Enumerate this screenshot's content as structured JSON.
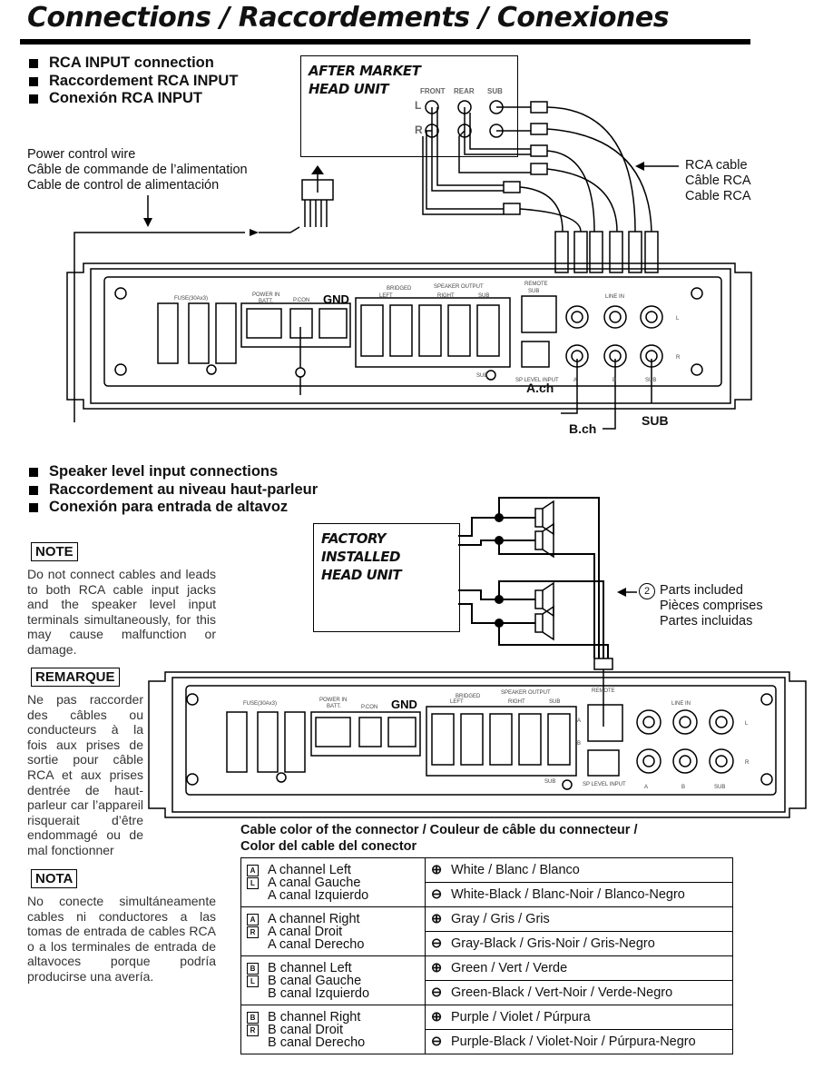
{
  "page_title": "Connections / Raccordements / Conexiones",
  "section1": {
    "bullets": [
      "RCA INPUT connection",
      "Raccordement RCA INPUT",
      "Conexión RCA INPUT"
    ],
    "head_unit_label": [
      "AFTER MARKET",
      "HEAD UNIT"
    ],
    "hu_ports": {
      "front": "FRONT",
      "rear": "REAR",
      "sub": "SUB",
      "l": "L",
      "r": "R"
    },
    "power_wire": [
      "Power control wire",
      "Câble de commande de l’alimentation",
      "Cable de control de alimentación"
    ],
    "rca_cable": [
      "RCA cable",
      "Câble RCA",
      "Cable RCA"
    ],
    "channels": {
      "a": "A.ch",
      "b": "B.ch",
      "sub": "SUB"
    }
  },
  "amp_labels": {
    "fuse": "FUSE(30Ax3)",
    "power_in": "POWER IN",
    "batt": "BATT.",
    "pcon": "P.CON",
    "gnd": "GND",
    "bridged": "BRIDGED",
    "speaker_output": "SPEAKER OUTPUT",
    "left": "LEFT",
    "right": "RIGHT",
    "sub": "SUB",
    "remote": "REMOTE",
    "remote_sub": "SUB",
    "line_in": "LINE IN",
    "sp_level_input": "SP LEVEL INPUT",
    "sub_minus": "SUB",
    "tag_a": "A",
    "tag_b": "B",
    "tag_l": "L",
    "tag_r": "R",
    "tag_sub": "SUB"
  },
  "section2": {
    "bullets": [
      "Speaker level input connections",
      "Raccordement au niveau haut-parleur",
      "Conexión para entrada de altavoz"
    ],
    "head_unit_label": [
      "FACTORY INSTALLED",
      "HEAD UNIT"
    ],
    "parts_number": "2",
    "parts": [
      "Parts included",
      "Pièces comprises",
      "Partes incluidas"
    ]
  },
  "notes": [
    {
      "head": "NOTE",
      "text": "Do not connect cables and leads to both RCA cable input jacks and the speaker level input terminals simultaneously, for this may cause malfunction or damage."
    },
    {
      "head": "REMARQUE",
      "text": "Ne pas raccorder des câbles ou conducteurs à la fois aux prises de sortie pour câble RCA et aux prises dentrée de haut-parleur car l’appareil risquerait d’être endommagé ou de mal fonctionner"
    },
    {
      "head": "NOTA",
      "text": "No conecte simultáneamente cables ni conductores a las tomas de entrada de cables RCA o a los terminales de entrada de altavoces porque podría producirse una avería."
    }
  ],
  "color_table": {
    "title": [
      "Cable color of the connector / Couleur de câble du connecteur /",
      "Color del cable del conector"
    ],
    "rows": [
      {
        "tag1": "A",
        "tag2": "L",
        "names": [
          "A channel Left",
          "A canal Gauche",
          "A canal Izquierdo"
        ],
        "plus_sym": "⊕",
        "plus": "White / Blanc / Blanco",
        "minus_sym": "⊖",
        "minus": "White-Black / Blanc-Noir / Blanco-Negro"
      },
      {
        "tag1": "A",
        "tag2": "R",
        "names": [
          "A channel Right",
          "A canal Droit",
          "A canal Derecho"
        ],
        "plus_sym": "⊕",
        "plus": "Gray / Gris / Gris",
        "minus_sym": "⊖",
        "minus": "Gray-Black / Gris-Noir / Gris-Negro"
      },
      {
        "tag1": "B",
        "tag2": "L",
        "names": [
          "B channel Left",
          "B canal Gauche",
          "B canal Izquierdo"
        ],
        "plus_sym": "⊕",
        "plus": "Green / Vert / Verde",
        "minus_sym": "⊖",
        "minus": "Green-Black / Vert-Noir / Verde-Negro"
      },
      {
        "tag1": "B",
        "tag2": "R",
        "names": [
          "B channel Right",
          "B canal Droit",
          "B canal Derecho"
        ],
        "plus_sym": "⊕",
        "plus": "Purple / Violet / Púrpura",
        "minus_sym": "⊖",
        "minus": "Purple-Black / Violet-Noir / Púrpura-Negro"
      }
    ]
  }
}
